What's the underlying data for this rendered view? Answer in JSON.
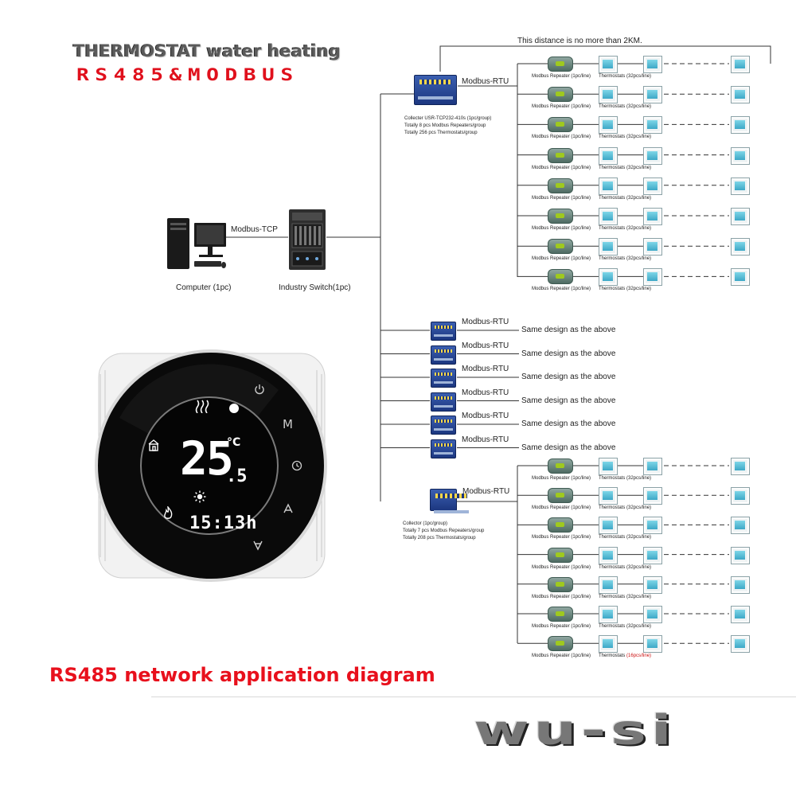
{
  "titles": {
    "line1": "THERMOSTAT water heating",
    "line2": "RS485&MODBUS",
    "app": "RS485 network application diagram",
    "brand": "wu-si"
  },
  "distance_note": "This distance is no more than 2KM.",
  "computer": {
    "label": "Computer (1pc)",
    "link": "Modbus-TCP"
  },
  "switch": {
    "label": "Industry Switch(1pc)"
  },
  "top_group": {
    "protocol": "Modbus-RTU",
    "collector_lines": [
      "Collecter USR-TCP232-410s (1pc/group)",
      "Totally 8 pcs Modbus Repeaters/group",
      "Totally 256 pcs Thermostats/group"
    ],
    "repeater_label": "Modbus Repeater (1pc/line)",
    "thermostat_label": "Thermostats (32pcs/line)",
    "rows": 8
  },
  "middle_group": {
    "protocol": "Modbus-RTU",
    "note": "Same design as the above",
    "rows": 6
  },
  "bottom_group": {
    "protocol": "Modbus-RTU",
    "collector_lines": [
      "Collector (1pc/group)",
      "Totally 7 pcs Modbus Repeaters/group",
      "Totally 208 pcs Thermostats/group"
    ],
    "repeater_label": "Modbus Repeater (1pc/line)",
    "thermostat_label": "Thermostats (32pcs/line)",
    "last_thermostat_prefix": "Thermostats ",
    "last_thermostat_count": "(16pcs/line)",
    "rows": 7
  },
  "thermostat_display": {
    "temperature": "25",
    "decimal": ".5",
    "unit": "°C",
    "time": "15:13h",
    "buttons": [
      "power-icon",
      "mode-icon",
      "clock-icon",
      "up-arrow-icon",
      "down-arrow-icon"
    ],
    "mode_letter": "M"
  },
  "colors": {
    "title_red": "#e8101c",
    "note_red": "#cc1111",
    "lcd_white": "#ffffff",
    "bezel": "#0a0a0a"
  }
}
